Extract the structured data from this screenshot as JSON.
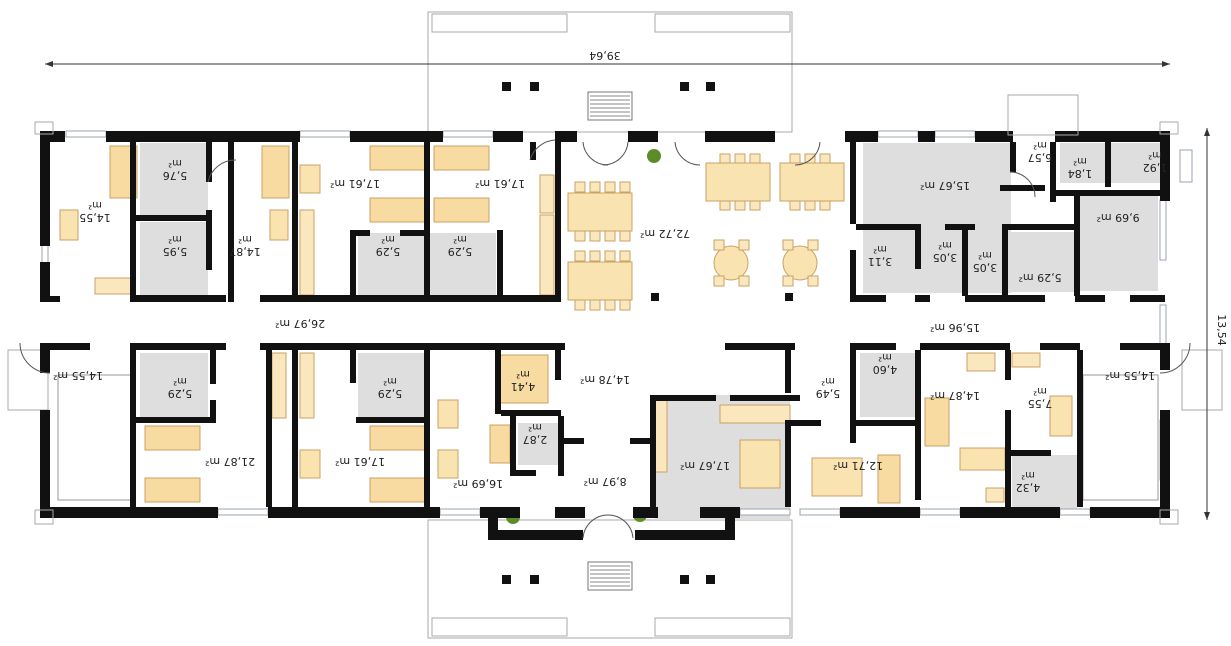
{
  "dimensions": {
    "width_total": "39,64",
    "depth_total": "13,54"
  },
  "rooms": [
    {
      "id": "r1",
      "area": "14,55",
      "sup": "m²"
    },
    {
      "id": "r2",
      "area": "5,76",
      "sup": "m²"
    },
    {
      "id": "r3",
      "area": "5,95",
      "sup": "m²"
    },
    {
      "id": "r4",
      "area": "14,87",
      "sup": "m²"
    },
    {
      "id": "r5",
      "area": "17,61 m²"
    },
    {
      "id": "r6",
      "area": "5,29",
      "sup": "m²"
    },
    {
      "id": "r7",
      "area": "17,61 m²"
    },
    {
      "id": "r8",
      "area": "5,29",
      "sup": "m²"
    },
    {
      "id": "r9",
      "area": "72,72 m²"
    },
    {
      "id": "r10",
      "area": "15,67 m²"
    },
    {
      "id": "r11",
      "area": "6,57",
      "sup": "m²"
    },
    {
      "id": "r12",
      "area": "1,84",
      "sup": "m²"
    },
    {
      "id": "r13",
      "area": "1,92",
      "sup": "m²"
    },
    {
      "id": "r14",
      "area": "9,69 m²"
    },
    {
      "id": "r15",
      "area": "3,11",
      "sup": "m²"
    },
    {
      "id": "r16",
      "area": "3,05",
      "sup": "m²"
    },
    {
      "id": "r17",
      "area": "3,05",
      "sup": "m²"
    },
    {
      "id": "r18",
      "area": "5,29 m²"
    },
    {
      "id": "r19",
      "area": "26,97 m²"
    },
    {
      "id": "r20",
      "area": "15,96 m²"
    },
    {
      "id": "r21",
      "area": "14,55 m²"
    },
    {
      "id": "r22",
      "area": "5,29",
      "sup": "m²"
    },
    {
      "id": "r23",
      "area": "21,87 m²"
    },
    {
      "id": "r24",
      "area": "5,29",
      "sup": "m²"
    },
    {
      "id": "r25",
      "area": "17,61 m²"
    },
    {
      "id": "r26",
      "area": "4,41",
      "sup": "m²"
    },
    {
      "id": "r27",
      "area": "14,78 m²"
    },
    {
      "id": "r28",
      "area": "2,87",
      "sup": "m²"
    },
    {
      "id": "r29",
      "area": "16,69 m²"
    },
    {
      "id": "r30",
      "area": "8,97 m²"
    },
    {
      "id": "r31",
      "area": "17,67 m²"
    },
    {
      "id": "r32",
      "area": "5,49",
      "sup": "m²"
    },
    {
      "id": "r33",
      "area": "12,71 m²"
    },
    {
      "id": "r34",
      "area": "4,60",
      "sup": "m²"
    },
    {
      "id": "r35",
      "area": "14,87 m²"
    },
    {
      "id": "r36",
      "area": "7,55",
      "sup": "m²"
    },
    {
      "id": "r37",
      "area": "4,32",
      "sup": "m²"
    },
    {
      "id": "r38",
      "area": "14,55 m²"
    }
  ]
}
